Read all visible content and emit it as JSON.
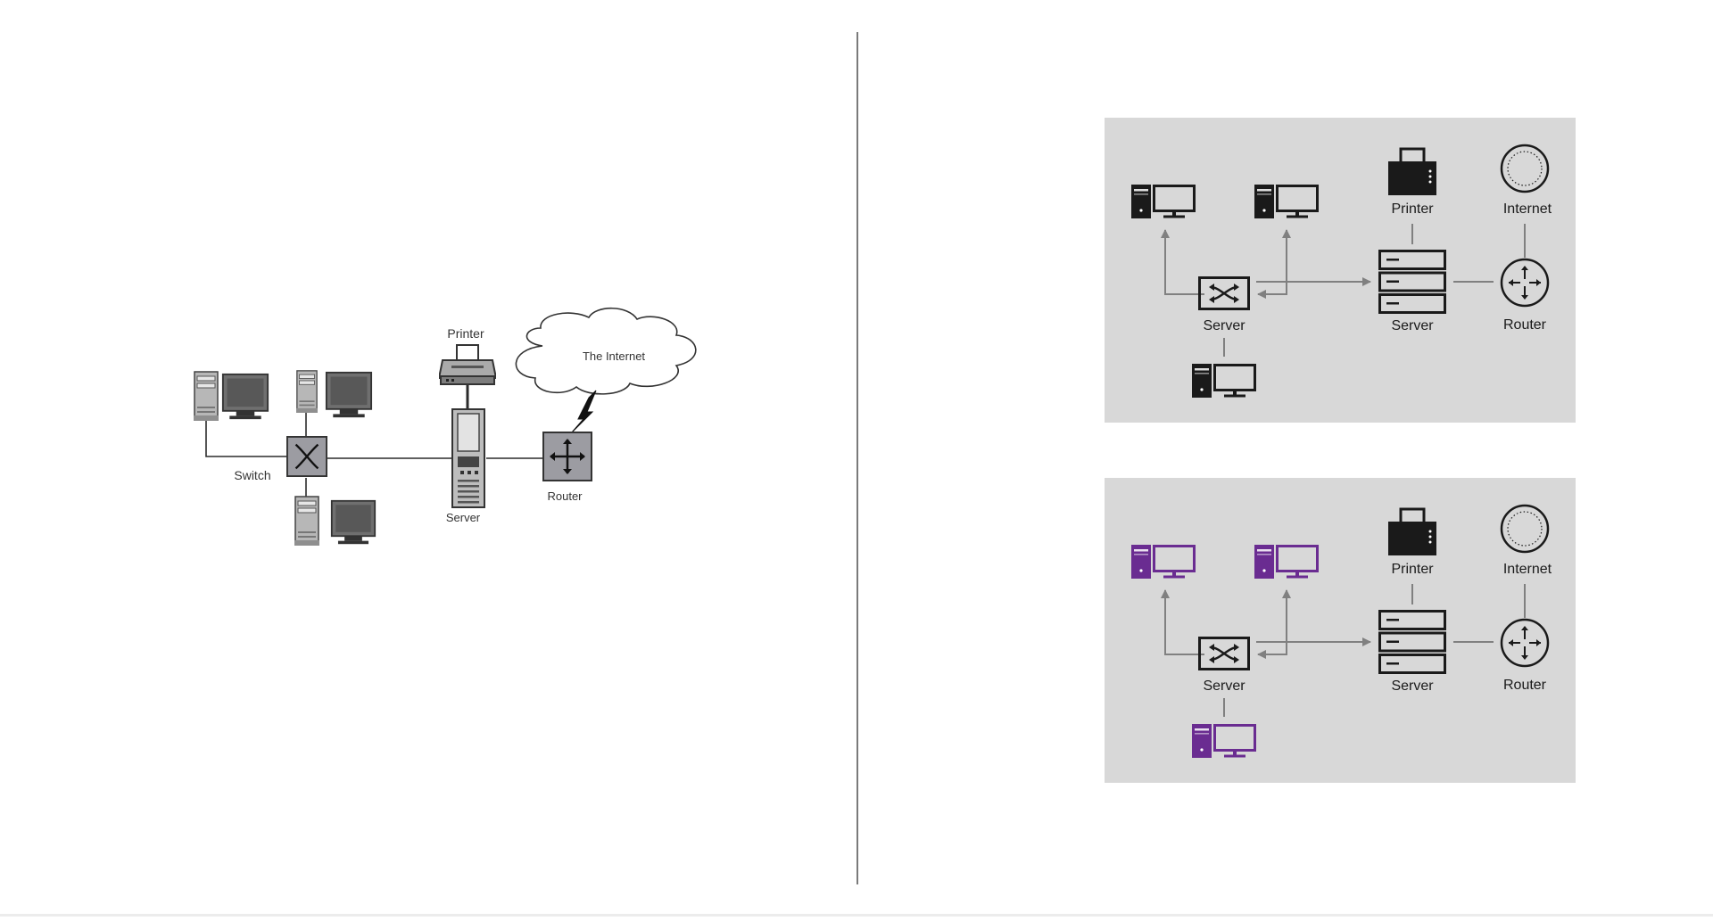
{
  "left_diagram": {
    "printer_label": "Printer",
    "internet_label": "The Internet",
    "switch_label": "Switch",
    "server_label": "Server",
    "router_label": "Router"
  },
  "top_diagram": {
    "switch_label": "Server",
    "server_label": "Server",
    "printer_label": "Printer",
    "internet_label": "Internet",
    "router_label": "Router",
    "computer_color": "#1a1a1a"
  },
  "bottom_diagram": {
    "switch_label": "Server",
    "server_label": "Server",
    "printer_label": "Printer",
    "internet_label": "Internet",
    "router_label": "Router",
    "computer_color": "#6a2c91"
  },
  "colors": {
    "panel_background": "#d8d8d8",
    "connector": "#808080",
    "divider": "#7a7a7a"
  }
}
